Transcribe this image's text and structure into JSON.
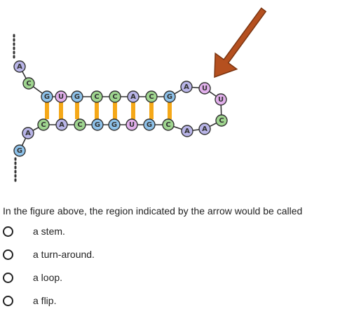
{
  "diagram": {
    "colors": {
      "A": "#b9b5e8",
      "C": "#9fd58f",
      "G": "#8ec2ea",
      "U": "#e2b0ec",
      "pair": "#f5a818",
      "arrow_fill": "#b5501f",
      "arrow_stroke": "#7a3410"
    },
    "strand_5prime": [
      "A",
      "C"
    ],
    "top_stem": [
      "G",
      "U",
      "G",
      "C",
      "C",
      "A",
      "C",
      "G"
    ],
    "loop": [
      "A",
      "U",
      "U",
      "C",
      "A",
      "A"
    ],
    "bottom_stem": [
      "C",
      "A",
      "C",
      "G",
      "G",
      "U",
      "G",
      "C"
    ],
    "strand_3prime": [
      "A",
      "G"
    ],
    "arrow_target": "loop"
  },
  "question": {
    "text": "In the figure above, the region indicated by the arrow would be called",
    "options": [
      {
        "label": "a stem."
      },
      {
        "label": "a turn-around."
      },
      {
        "label": "a loop."
      },
      {
        "label": "a flip."
      }
    ]
  }
}
